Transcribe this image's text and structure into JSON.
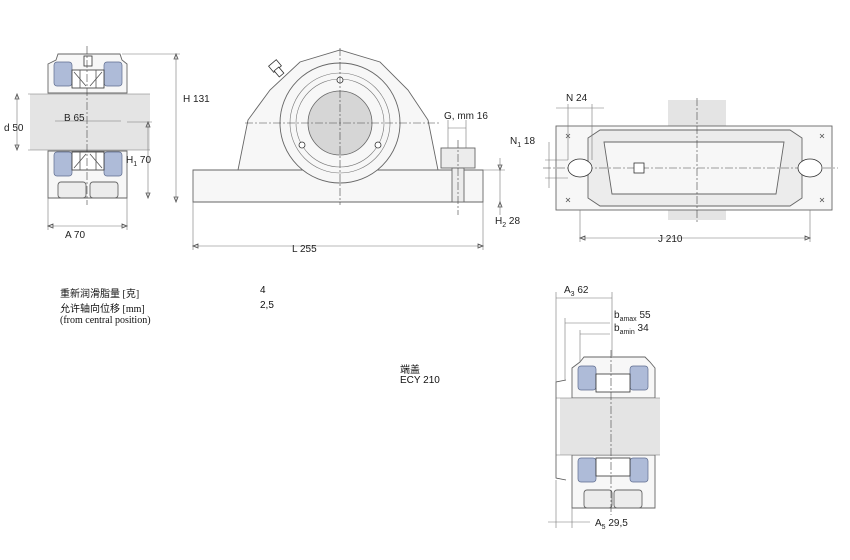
{
  "dimensions": {
    "d": {
      "label": "d",
      "value": "50"
    },
    "B": {
      "label": "B",
      "value": "65"
    },
    "H1": {
      "label": "H",
      "sub": "1",
      "value": "70"
    },
    "A": {
      "label": "A",
      "value": "70"
    },
    "H": {
      "label": "H",
      "value": "131"
    },
    "L": {
      "label": "L",
      "value": "255"
    },
    "G": {
      "label": "G, mm",
      "value": "16"
    },
    "H2": {
      "label": "H",
      "sub": "2",
      "value": "28"
    },
    "N": {
      "label": "N",
      "value": "24"
    },
    "N1": {
      "label": "N",
      "sub": "1",
      "value": "18"
    },
    "J": {
      "label": "J",
      "value": "210"
    },
    "A3": {
      "label": "A",
      "sub": "3",
      "value": "62"
    },
    "bamax": {
      "label": "b",
      "sub": "amax",
      "value": "55"
    },
    "bamin": {
      "label": "b",
      "sub": "amin",
      "value": "34"
    },
    "A5": {
      "label": "A",
      "sub": "5",
      "value": "29,5"
    }
  },
  "info": {
    "relub_label": "重新润滑脂量 [克]",
    "relub_value": "4",
    "axial_label": "允许轴向位移 [mm]",
    "axial_value": "2,5",
    "axial_note": "(from central position)"
  },
  "end_cover": {
    "title": "端盖",
    "code": "ECY 210"
  }
}
